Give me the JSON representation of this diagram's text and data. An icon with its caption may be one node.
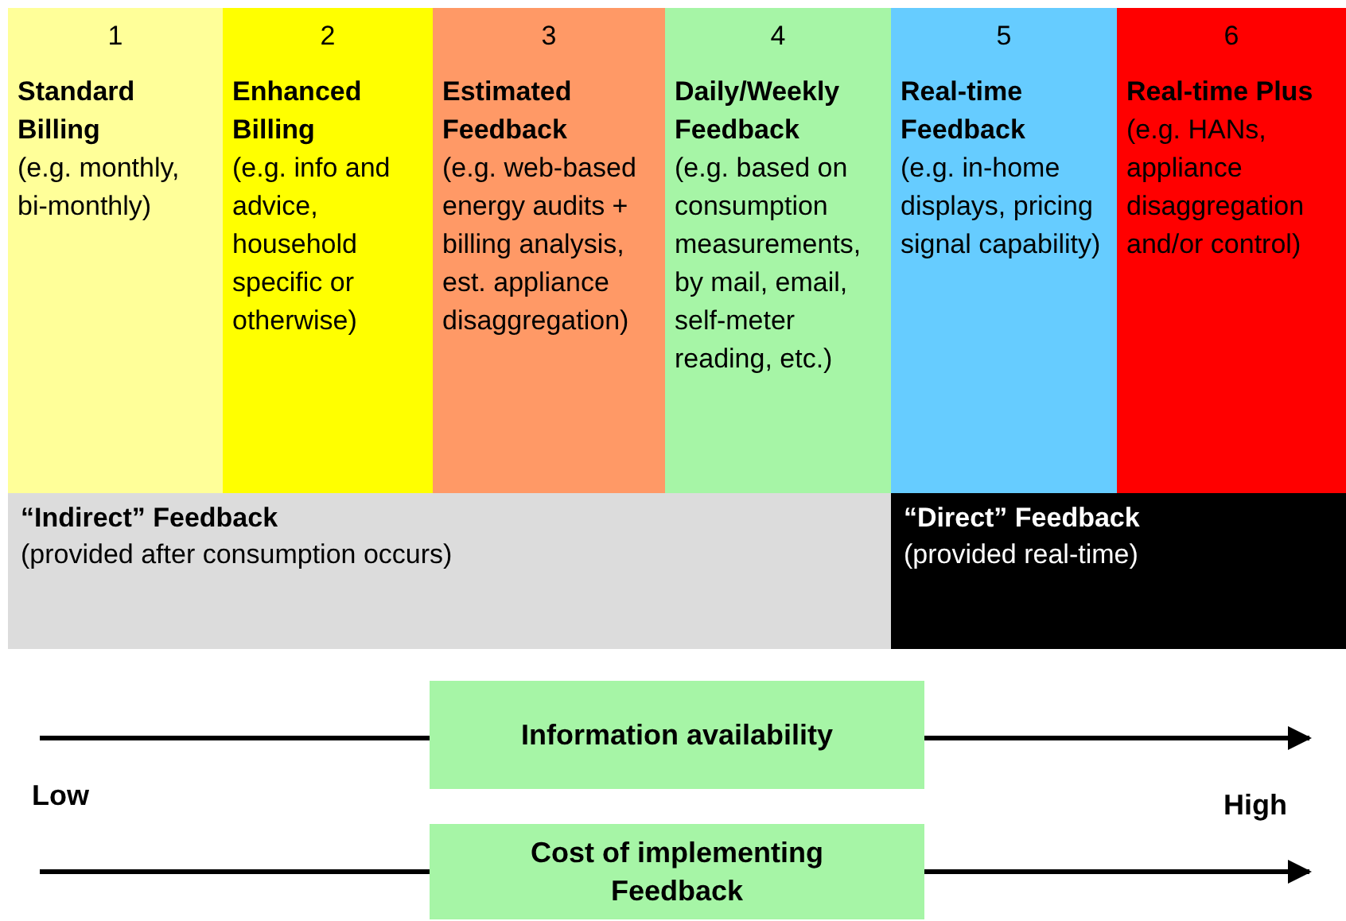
{
  "diagram": {
    "nodes": [
      {
        "text": [
          "1",
          "Standard Billing",
          "(e.g. monthly, bi-monthly)"
        ]
      },
      {
        "text": [
          "2",
          "Enhanced Billing",
          "(e.g. info and advice, household specific or otherwise)"
        ]
      },
      {
        "text": [
          "3",
          "Estimated Feedback",
          "(e.g. web-based energy audits + billing analysis, est. appliance disaggregation)"
        ]
      },
      {
        "text": [
          "4",
          "Daily/Weekly Feedback",
          "(e.g. based on consumption measurements, by mail, email, self-meter reading, etc.)"
        ]
      },
      {
        "text": [
          "5",
          "Real-time Feedback",
          "(e.g. in-home displays, pricing signal capability)"
        ]
      },
      {
        "text": [
          "6",
          "Real-time Plus",
          "(e.g. HANs, appliance disaggregation and/or control)"
        ]
      },
      {
        "text": [
          "“Indirect” Feedback",
          "(provided after consumption occurs)"
        ]
      },
      {
        "text": [
          "“Direct” Feedback",
          "(provided real-time)"
        ]
      },
      {
        "text": [
          "Information availability"
        ]
      },
      {
        "text": [
          "Cost of implementing Feedback"
        ]
      }
    ],
    "labels": [
      "Low",
      "High"
    ]
  }
}
